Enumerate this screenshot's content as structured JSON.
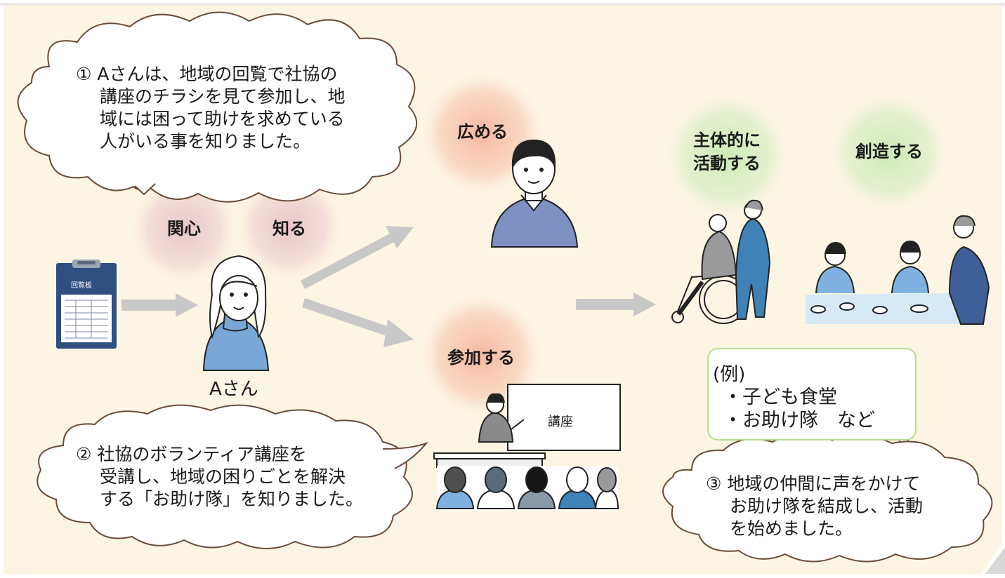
{
  "bubble1": {
    "lines": [
      "① Aさんは、地域の回覧で社協の",
      "講座のチラシを見て参加し、地",
      "域には困って助けを求めている",
      "人がいる事を知りました。"
    ]
  },
  "bubble2": {
    "lines": [
      "② 社協のボランティア講座を",
      "受講し、地域の困りごとを解決",
      "する「お助け隊」を知りました。"
    ]
  },
  "bubble3": {
    "lines": [
      "③ 地域の仲間に声をかけて",
      "お助け隊を結成し、活動",
      "を始めました。"
    ]
  },
  "steps": {
    "kanshin": "関心",
    "shiru": "知る",
    "hiromeru": "広める",
    "sanka": "参加する",
    "shutai_1": "主体的に",
    "shutai_2": "活動する",
    "souzou": "創造する"
  },
  "person_a_label": "Aさん",
  "clipboard_title": "回覧板",
  "lecture_board": "講座",
  "example_box": {
    "title": "(例)",
    "items": [
      "・子ども食堂",
      "・お助け隊　など"
    ]
  },
  "colors": {
    "background": "#fdf5e3",
    "pink_glow": "#e9c2c8",
    "orange_glow": "#f6b39e",
    "green_glow": "#c9e9b2",
    "arrow": "#c8c8c8",
    "cloud_stroke": "#6b4a3a",
    "shirt_blue": "#7d91c2",
    "sweater_blue": "#79a6d6",
    "clipboard_navy": "#2f4f80",
    "example_border": "#b9dc8e"
  }
}
